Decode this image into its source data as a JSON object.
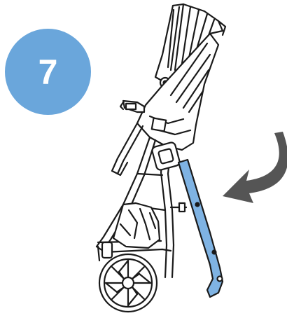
{
  "step": {
    "number": "7"
  },
  "colors": {
    "badge": "#6aa6db",
    "handle_highlight": "#7fb3e3",
    "arrow": "#555555",
    "line": "#1a1a1a",
    "fabric_shade": "#d9d9d9"
  },
  "illustration": {
    "subject": "folded stroller",
    "icons": [
      "stroller-illustration",
      "curved-arrow-icon",
      "highlighted-handle"
    ]
  }
}
